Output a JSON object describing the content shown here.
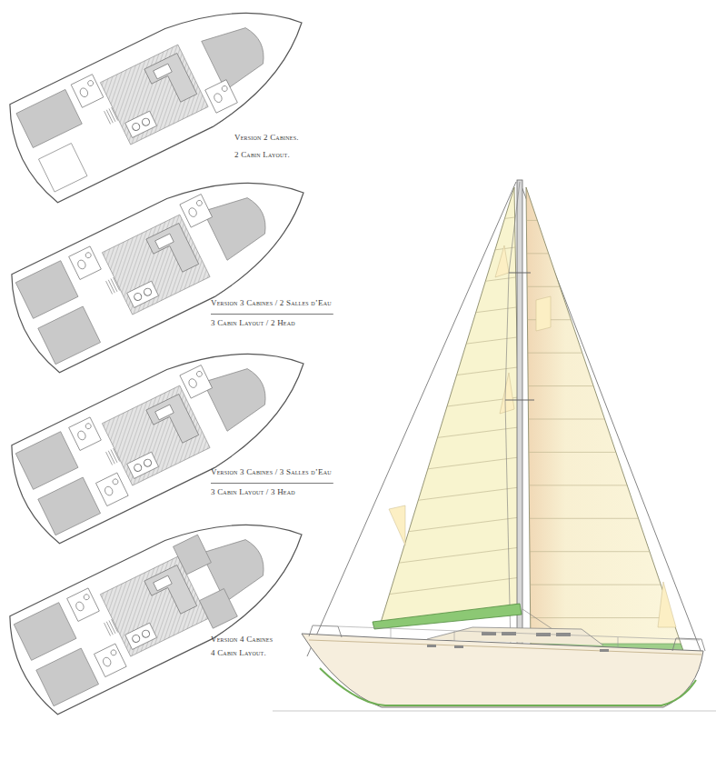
{
  "diagram": {
    "labels": [
      "Version 2 Cabines.",
      "2 Cabin Layout.",
      "Version 3 Cabines / 2 Salles d’Eau",
      "3 Cabin Layout / 2 Head",
      "Version 3 Cabines / 3 Salles d’Eau",
      "3 Cabin Layout / 3 Head",
      "Version 4 Cabines",
      "4 Cabin Layout."
    ]
  }
}
